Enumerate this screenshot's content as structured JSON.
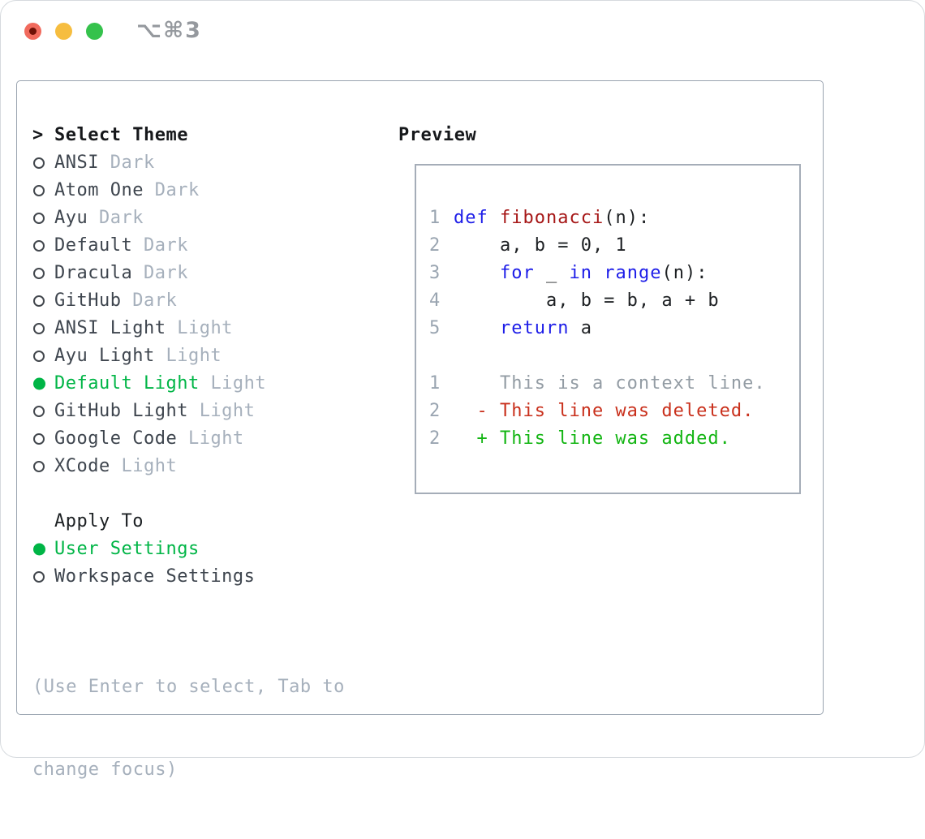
{
  "window": {
    "title": "⌥⌘3"
  },
  "colors": {
    "accent_green": "#00b546",
    "added_green": "#13b513",
    "deleted_red": "#c9301c",
    "keyword_blue": "#1d1de8",
    "function_red": "#a61717",
    "muted_gray": "#a6b0bc",
    "line_number_gray": "#9aa5b1",
    "item_text": "#3e454e",
    "heading_black": "#16181b",
    "panel_border": "#9aa4b0",
    "traffic_red": "#f16a5d",
    "traffic_yellow": "#f6bd3f",
    "traffic_green": "#35c24c"
  },
  "theme_list": {
    "prompt": ">",
    "header": "Select Theme",
    "items": [
      {
        "label": "ANSI",
        "variant": "Dark",
        "selected": false
      },
      {
        "label": "Atom One",
        "variant": "Dark",
        "selected": false
      },
      {
        "label": "Ayu",
        "variant": "Dark",
        "selected": false
      },
      {
        "label": "Default",
        "variant": "Dark",
        "selected": false
      },
      {
        "label": "Dracula",
        "variant": "Dark",
        "selected": false
      },
      {
        "label": "GitHub",
        "variant": "Dark",
        "selected": false
      },
      {
        "label": "ANSI Light",
        "variant": "Light",
        "selected": false
      },
      {
        "label": "Ayu Light",
        "variant": "Light",
        "selected": false
      },
      {
        "label": "Default Light",
        "variant": "Light",
        "selected": true
      },
      {
        "label": "GitHub Light",
        "variant": "Light",
        "selected": false
      },
      {
        "label": "Google Code",
        "variant": "Light",
        "selected": false
      },
      {
        "label": "XCode",
        "variant": "Light",
        "selected": false
      }
    ]
  },
  "apply_to": {
    "header": "Apply To",
    "options": [
      {
        "label": "User Settings",
        "selected": true
      },
      {
        "label": "Workspace Settings",
        "selected": false
      }
    ]
  },
  "help": {
    "line1": "(Use Enter to select, Tab to",
    "line2": "change focus)"
  },
  "preview": {
    "title": "Preview",
    "code_lines": [
      {
        "num": "1",
        "tokens": [
          {
            "t": "def",
            "c": "keyword"
          },
          {
            "t": " "
          },
          {
            "t": "fibonacci",
            "c": "function"
          },
          {
            "t": "(n):"
          }
        ]
      },
      {
        "num": "2",
        "tokens": [
          {
            "t": "    a, b = 0, 1"
          }
        ]
      },
      {
        "num": "3",
        "tokens": [
          {
            "t": "    "
          },
          {
            "t": "for",
            "c": "keyword"
          },
          {
            "t": " _ "
          },
          {
            "t": "in",
            "c": "keyword"
          },
          {
            "t": " "
          },
          {
            "t": "range",
            "c": "keyword"
          },
          {
            "t": "(n):"
          }
        ]
      },
      {
        "num": "4",
        "tokens": [
          {
            "t": "        a, b = b, a + b"
          }
        ]
      },
      {
        "num": "5",
        "tokens": [
          {
            "t": "    "
          },
          {
            "t": "return",
            "c": "keyword"
          },
          {
            "t": " a"
          }
        ]
      }
    ],
    "diff_lines": [
      {
        "num": "1",
        "text": "    This is a context line.",
        "kind": "context"
      },
      {
        "num": "2",
        "text": "  - This line was deleted.",
        "kind": "deleted"
      },
      {
        "num": "2",
        "text": "  + This line was added.",
        "kind": "added"
      }
    ]
  }
}
